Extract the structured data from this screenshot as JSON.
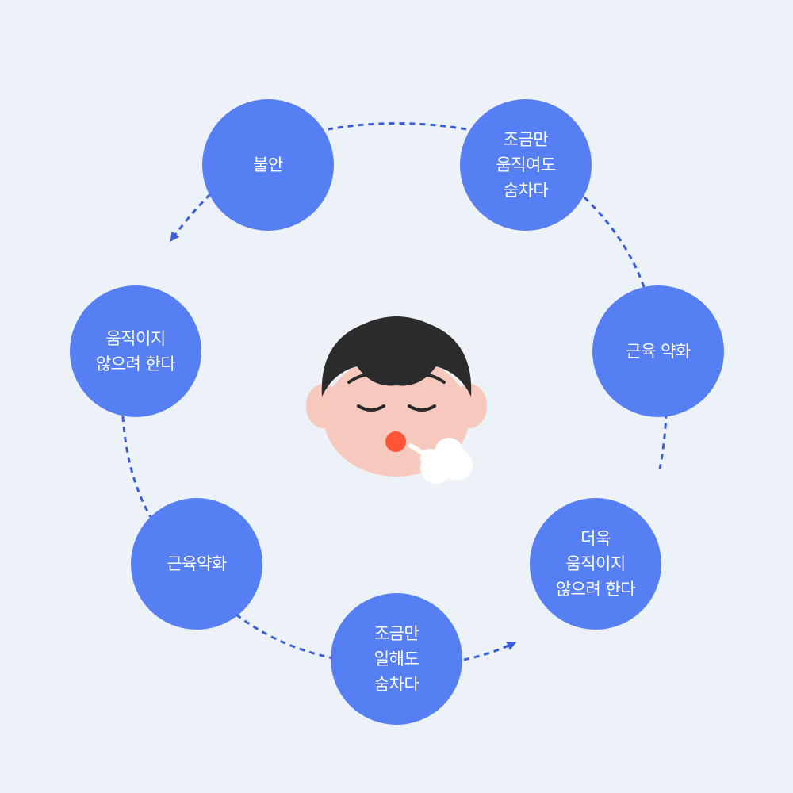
{
  "diagram": {
    "colors": {
      "background": "#edf2f8",
      "node": "#406ef0",
      "arrow": "#3b5fd9",
      "node_text": "#ffffff"
    },
    "nodes": [
      {
        "id": "anxiety",
        "label": "불안"
      },
      {
        "id": "short-breath-moving",
        "label": "조금만\n움직여도\n숨차다"
      },
      {
        "id": "muscle-weakness-1",
        "label": "근육 약화"
      },
      {
        "id": "avoid-moving-more",
        "label": "더욱\n움직이지\n않으려 한다"
      },
      {
        "id": "short-breath-working",
        "label": "조금만\n일해도\n숨차다"
      },
      {
        "id": "muscle-weakness-2",
        "label": "근육약화"
      },
      {
        "id": "avoid-moving",
        "label": "움직이지\n않으려 한다"
      }
    ],
    "center_icon": "tired-breathing-face-icon"
  }
}
